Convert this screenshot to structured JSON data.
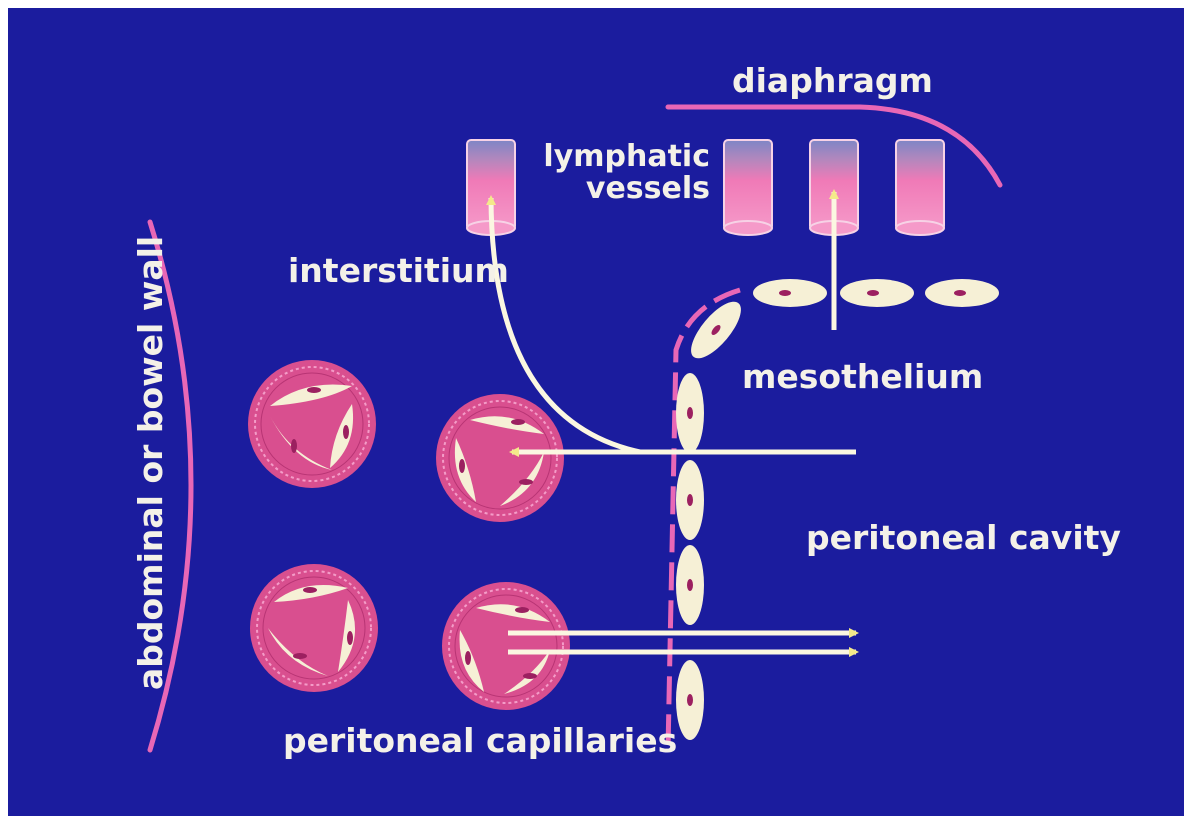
{
  "labels": {
    "diaphragm": "diaphragm",
    "lymphatic_line1": "lymphatic",
    "lymphatic_line2": "vessels",
    "interstitium": "interstitium",
    "mesothelium": "mesothelium",
    "peritoneal_cavity": "peritoneal cavity",
    "peritoneal_capillaries": "peritoneal capillaries",
    "wall": "abdominal or bowel wall"
  },
  "colors": {
    "background": "#1b1c9e",
    "border": "#ffffff",
    "pink_line": "#e867b6",
    "capillary_fill": "#d94f8f",
    "cell_fill": "#f6f0d6",
    "nucleus": "#9c2060",
    "arrow": "#fbf7e1",
    "arrow_tip": "#f4e98a"
  }
}
